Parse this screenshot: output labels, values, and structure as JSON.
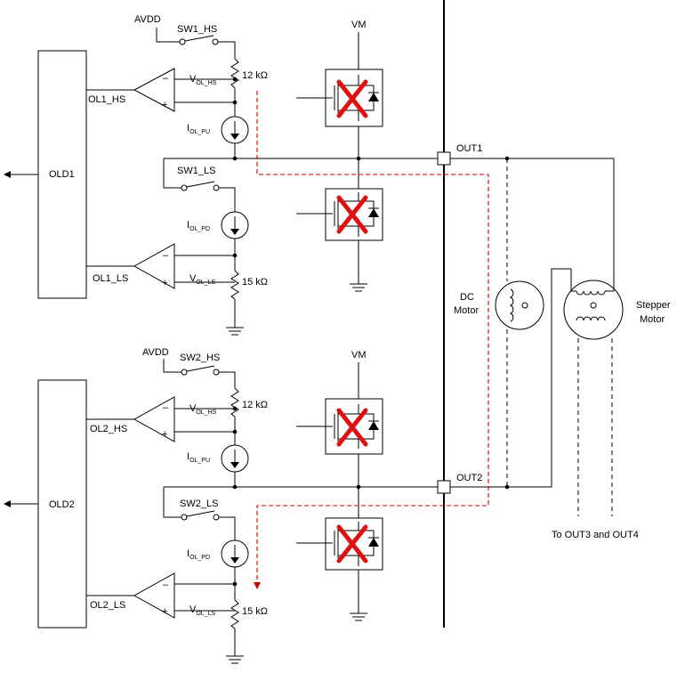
{
  "colors": {
    "wire": "#000000",
    "fault_path": "#d40000",
    "fault_x": "#e01010"
  },
  "channel1": {
    "avdd": "AVDD",
    "sw_hs": "SW1_HS",
    "sw_ls": "SW1_LS",
    "vm": "VM",
    "block": "OLD1",
    "ol_hs": "OL1_HS",
    "ol_ls": "OL1_LS",
    "r_hs": "12 kΩ",
    "r_ls": "15 kΩ",
    "out": "OUT1",
    "vol_hs_main": "V",
    "vol_hs_sub": "OL_HS",
    "vol_ls_main": "V",
    "vol_ls_sub": "OL_LS",
    "ipu_main": "I",
    "ipu_sub": "OL_PU",
    "ipd_main": "I",
    "ipd_sub": "OL_PD"
  },
  "channel2": {
    "avdd": "AVDD",
    "sw_hs": "SW2_HS",
    "sw_ls": "SW2_LS",
    "vm": "VM",
    "block": "OLD2",
    "ol_hs": "OL2_HS",
    "ol_ls": "OL2_LS",
    "r_hs": "12 kΩ",
    "r_ls": "15 kΩ",
    "out": "OUT2",
    "vol_hs_main": "V",
    "vol_hs_sub": "OL_HS",
    "vol_ls_main": "V",
    "vol_ls_sub": "OL_LS",
    "ipu_main": "I",
    "ipu_sub": "OL_PU",
    "ipd_main": "I",
    "ipd_sub": "OL_PD"
  },
  "loads": {
    "dc_motor_line1": "DC",
    "dc_motor_line2": "Motor",
    "stepper_line1": "Stepper",
    "stepper_line2": "Motor",
    "to_out34": "To OUT3 and OUT4"
  },
  "comparator_minus": "–",
  "comparator_plus": "+",
  "icons": [
    "open-switch-icon",
    "resistor-icon",
    "current-source-icon",
    "mosfet-icon",
    "ground-icon",
    "comparator-icon",
    "dc-motor-icon",
    "stepper-motor-icon",
    "arrow-left-icon"
  ]
}
